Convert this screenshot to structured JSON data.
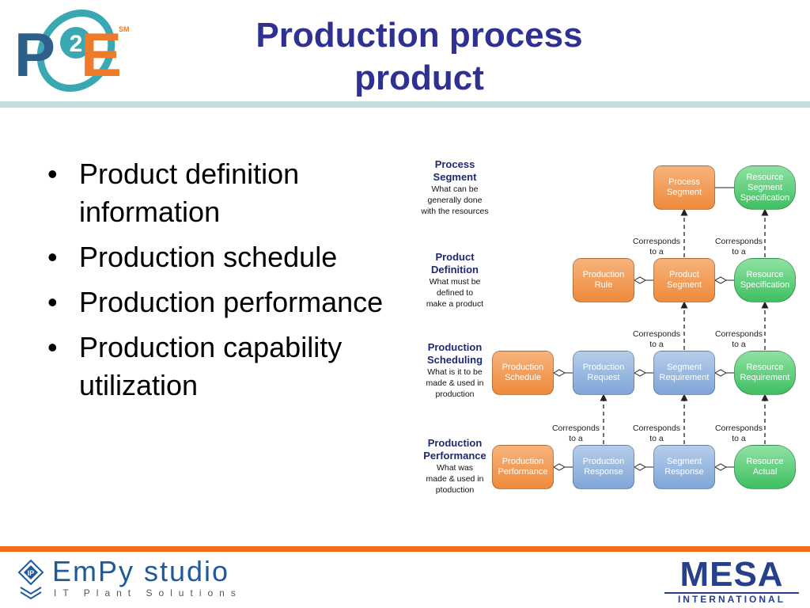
{
  "logos": {
    "p2e": {
      "letters": [
        "P",
        "2",
        "E"
      ],
      "mark": "SM",
      "colors": {
        "p": "#2e5f8a",
        "two": "#3aa8b3",
        "e": "#ee7b2c"
      }
    },
    "empy": {
      "name": "EmPy studio",
      "tagline": "IT Plant Solutions",
      "icon_text": "IP"
    },
    "mesa": {
      "word": "MESA",
      "sub": "INTERNATIONAL"
    }
  },
  "slide": {
    "title_line1": "Production process",
    "title_line2": "product",
    "bullets": [
      "Product definition information",
      "Production schedule",
      "Production performance",
      "Production capability utilization"
    ]
  },
  "diagram": {
    "rows": [
      {
        "title_line1": "Process",
        "title_line2": "Segment",
        "sub_line1": "What can be",
        "sub_line2": "generally done",
        "sub_line3": "with the resources"
      },
      {
        "title_line1": "Product",
        "title_line2": "Definition",
        "sub_line1": "What must be",
        "sub_line2": "defined to",
        "sub_line3": "make a product"
      },
      {
        "title_line1": "Production",
        "title_line2": "Scheduling",
        "sub_line1": "What is it to be",
        "sub_line2": "made & used in",
        "sub_line3": "production"
      },
      {
        "title_line1": "Production",
        "title_line2": "Performance",
        "sub_line1": "What was",
        "sub_line2": "made & used in",
        "sub_line3": "ptoduction"
      }
    ],
    "nodes": {
      "process_segment": "Process Segment",
      "resource_segment_specification": "Resource Segment Specification",
      "production_rule": "Production Rule",
      "product_segment": "Product Segment",
      "resource_specification": "Resource Specification",
      "production_schedule": "Production Schedule",
      "production_request": "Production Request",
      "segment_requirement": "Segment Requirement",
      "resource_requirement": "Resource Requirement",
      "production_performance": "Production Performance",
      "production_response": "Production Response",
      "segment_response": "Segment Response",
      "resource_actual": "Resource Actual"
    },
    "corresponds_line1": "Corresponds",
    "corresponds_line2": "to a",
    "colors": {
      "orange": "#ee8a3c",
      "blue": "#7fa6d8",
      "green": "#3fbf62"
    }
  }
}
